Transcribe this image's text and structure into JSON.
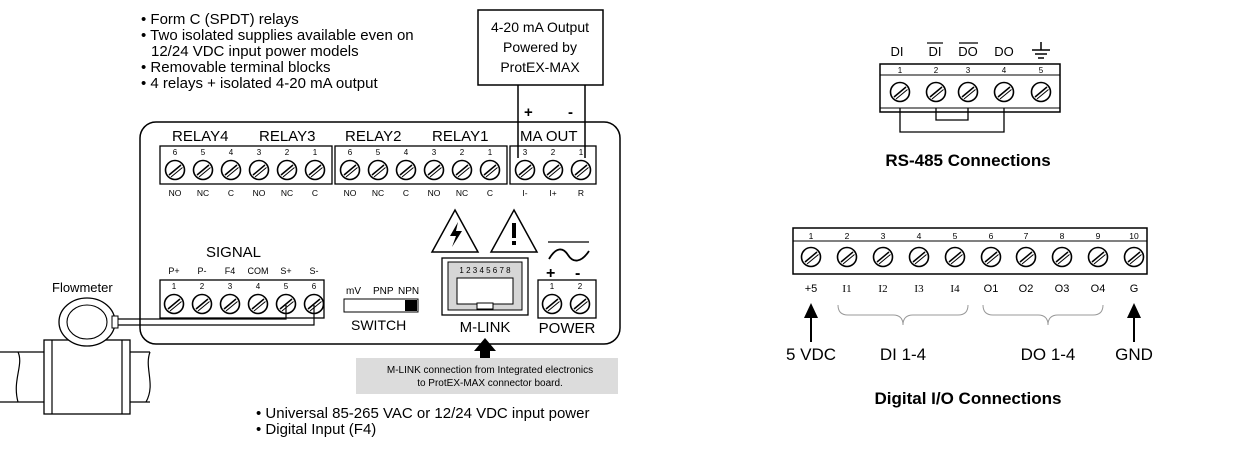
{
  "features_top": [
    "• Form C (SPDT) relays",
    "• Two isolated supplies available even on",
    "12/24 VDC input power models",
    "• Removable terminal blocks",
    "• 4 relays + isolated 4-20 mA output"
  ],
  "features_bottom": [
    "• Universal 85-265 VAC or 12/24 VDC input power",
    "• Digital Input (F4)"
  ],
  "output_box": {
    "line1": "4-20 mA Output",
    "line2": "Powered by",
    "line3": "ProtEX-MAX"
  },
  "plus": "+",
  "minus": "-",
  "relay_labels": [
    "RELAY4",
    "RELAY3",
    "RELAY2",
    "RELAY1"
  ],
  "ma_out": "MA OUT",
  "relay_pin_numbers": [
    "6",
    "5",
    "4",
    "3",
    "2",
    "1",
    "6",
    "5",
    "4",
    "3",
    "2",
    "1"
  ],
  "relay_pin_labels": [
    "NO",
    "NC",
    "C",
    "NO",
    "NC",
    "C",
    "NO",
    "NC",
    "C",
    "NO",
    "NC",
    "C"
  ],
  "ma_pin_numbers": [
    "3",
    "2",
    "1"
  ],
  "ma_pin_labels": [
    "I-",
    "I+",
    "R"
  ],
  "signal": {
    "title": "SIGNAL",
    "pin_labels": [
      "P+",
      "P-",
      "F4",
      "COM",
      "S+",
      "S-"
    ],
    "pin_numbers": [
      "1",
      "2",
      "3",
      "4",
      "5",
      "6"
    ]
  },
  "switch": {
    "options": [
      "mV",
      "PNP",
      "NPN"
    ],
    "label": "SWITCH"
  },
  "mlink": {
    "pins": "1 2 3 4 5 6 7 8",
    "label": "M-LINK"
  },
  "power": {
    "label": "POWER",
    "pin_numbers": [
      "1",
      "2"
    ],
    "plus": "+",
    "minus": "-"
  },
  "flowmeter": "Flowmeter",
  "mlink_note": {
    "line1": "M-LINK connection from Integrated electronics",
    "line2": "to ProtEX-MAX connector board."
  },
  "rs485": {
    "title": "RS-485 Connections",
    "labels": [
      "DI",
      "DI",
      "DO",
      "DO"
    ],
    "pin_numbers": [
      "1",
      "2",
      "3",
      "4",
      "5"
    ]
  },
  "digital_io": {
    "title": "Digital I/O Connections",
    "pin_numbers": [
      "1",
      "2",
      "3",
      "4",
      "5",
      "6",
      "7",
      "8",
      "9",
      "10"
    ],
    "pin_labels": [
      "+5",
      "I1",
      "I2",
      "I3",
      "I4",
      "O1",
      "O2",
      "O3",
      "O4",
      "G"
    ],
    "groups": [
      "5 VDC",
      "DI 1-4",
      "DO 1-4",
      "GND"
    ]
  }
}
